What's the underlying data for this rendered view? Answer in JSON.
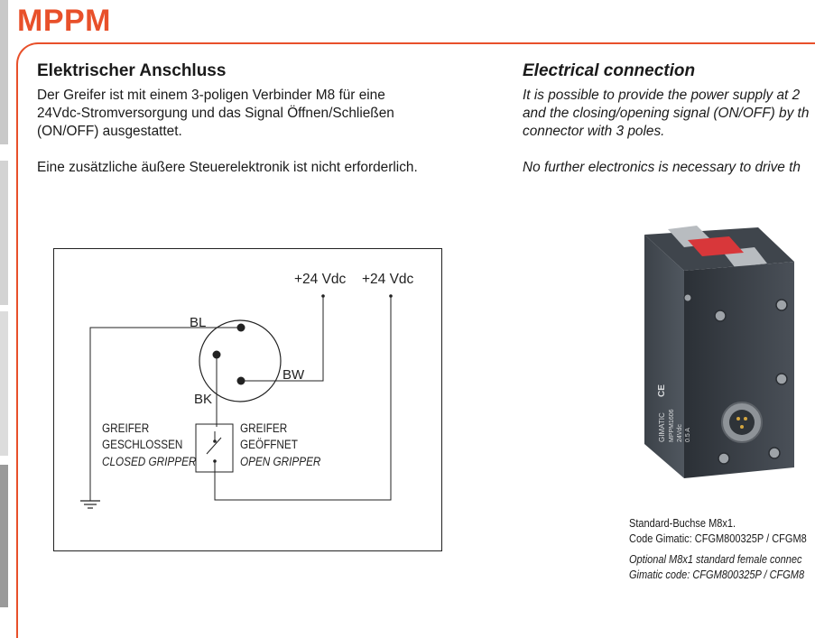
{
  "brand": "MPPM",
  "colors": {
    "accent": "#e8502a",
    "text": "#1a1a1a",
    "side_strip": "#bfbfbf",
    "product_body": "#3b4148"
  },
  "de": {
    "heading": "Elektrischer Anschluss",
    "para1": "Der Greifer ist mit einem 3-poligen Verbinder M8 für eine\n24Vdc-Stromversorgung und das Signal Öffnen/Schließen\n(ON/OFF) ausgestattet.",
    "para2": "Eine zusätzliche äußere Steuerelektronik ist nicht erforderlich."
  },
  "en": {
    "heading": "Electrical connection",
    "para1": "It is possible to provide the power supply at 2\nand the closing/opening signal (ON/OFF) by th\nconnector with 3 poles.",
    "para2": "No further electronics is necessary to drive th"
  },
  "diagram": {
    "supply_1": "+24 Vdc",
    "supply_2": "+24 Vdc",
    "pin_bl": "BL",
    "pin_bw": "BW",
    "pin_bk": "BK",
    "closed_de_1": "GREIFER",
    "closed_de_2": "GESCHLOSSEN",
    "closed_en": "CLOSED GRIPPER",
    "open_de_1": "GREIFER",
    "open_de_2": "GEÖFFNET",
    "open_en": "OPEN GRIPPER"
  },
  "product": {
    "label_lines": [
      "GIMATIC",
      "MPPM1606",
      "24Vdc",
      "0.5 A"
    ],
    "ce_mark": "CE"
  },
  "caption": {
    "std_line1": "Standard-Buchse M8x1.",
    "std_line2": "Code Gimatic: CFGM800325P / CFGM8",
    "opt_line1": "Optional M8x1 standard female connec",
    "opt_line2": "Gimatic code: CFGM800325P / CFGM8"
  }
}
